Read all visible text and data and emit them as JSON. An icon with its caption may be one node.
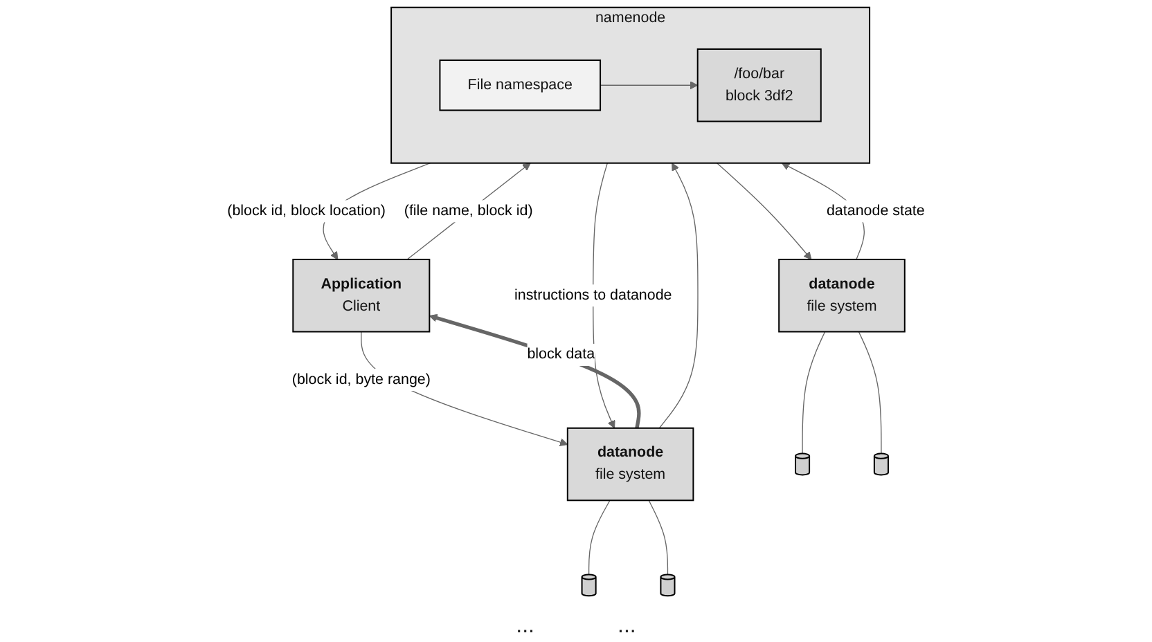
{
  "diagram": {
    "nodes": [
      {
        "text": [
          "Application",
          "Client"
        ]
      },
      {
        "text": [
          "namenode"
        ]
      },
      {
        "text": [
          "File namespace"
        ],
        "in": 1
      },
      {
        "text": [
          "/foo/bar",
          "block 3df2"
        ],
        "in": 1
      },
      {
        "text": [
          "datanode",
          "file system"
        ]
      },
      {
        "text": [
          "datanode",
          "file system"
        ]
      },
      {
        "text": [],
        "shape": "cylinder"
      },
      {
        "text": [],
        "shape": "cylinder"
      },
      {
        "text": [],
        "shape": "cylinder"
      },
      {
        "text": [],
        "shape": "cylinder"
      }
    ],
    "edges": [
      {
        "from": 0,
        "to": 1,
        "arrow": "to",
        "label": "(file name, block id)"
      },
      {
        "from": 1,
        "to": 0,
        "arrow": "to",
        "label": "(block id, block location)"
      },
      {
        "from": 2,
        "to": 3,
        "arrow": "to"
      },
      {
        "from": 4,
        "to": 1,
        "arrow": "to"
      },
      {
        "from": 1,
        "to": 4,
        "arrow": "to",
        "label": "instructions to datanode"
      },
      {
        "from": 5,
        "to": 1,
        "arrow": "to",
        "label": "datanode state"
      },
      {
        "from": 1,
        "to": 5,
        "arrow": "to"
      },
      {
        "from": 0,
        "to": 4,
        "arrow": "to",
        "label": "(block id, byte range)"
      },
      {
        "from": 4,
        "to": 0,
        "arrow": "to",
        "label": "block data",
        "style": "thick"
      },
      {
        "from": 4,
        "to": 6,
        "arrow": "none"
      },
      {
        "from": 4,
        "to": 7,
        "arrow": "none"
      },
      {
        "from": 5,
        "to": 8,
        "arrow": "none"
      },
      {
        "from": 5,
        "to": 9,
        "arrow": "none"
      }
    ],
    "labels": [
      "...",
      "..."
    ]
  }
}
